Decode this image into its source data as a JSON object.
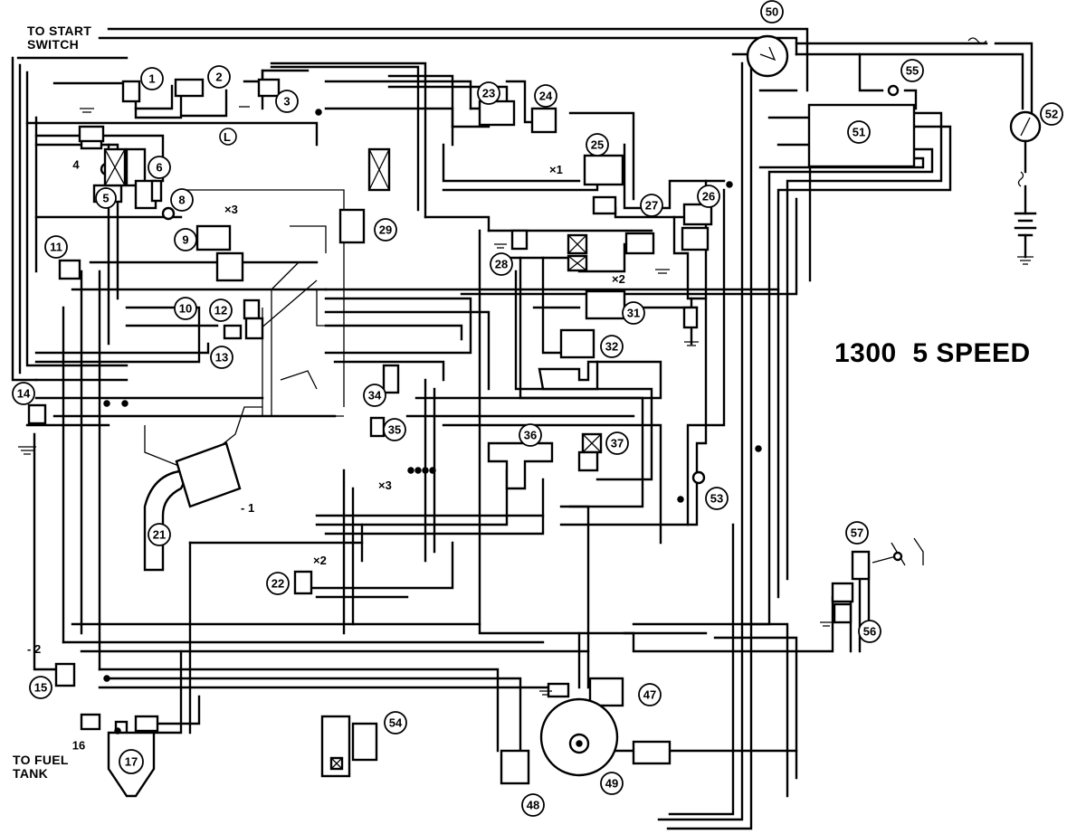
{
  "title": "1300  5 SPEED",
  "labels": {
    "start_switch": "TO START\nSWITCH",
    "fuel_tank": "TO FUEL\nTANK"
  },
  "component_numbers": [
    "1",
    "2",
    "3",
    "4",
    "5",
    "6",
    "8",
    "9",
    "10",
    "11",
    "12",
    "13",
    "14",
    "15",
    "16",
    "17",
    "21",
    "22",
    "23",
    "24",
    "25",
    "26",
    "27",
    "28",
    "29",
    "31",
    "32",
    "34",
    "35",
    "36",
    "37",
    "47",
    "48",
    "49",
    "50",
    "51",
    "52",
    "53",
    "54",
    "55",
    "56",
    "57"
  ],
  "markers": {
    "L": "L",
    "x1": "×1",
    "x2": "×2",
    "x3": "×3",
    "neg2": "- 2",
    "neg1": "- 1"
  }
}
